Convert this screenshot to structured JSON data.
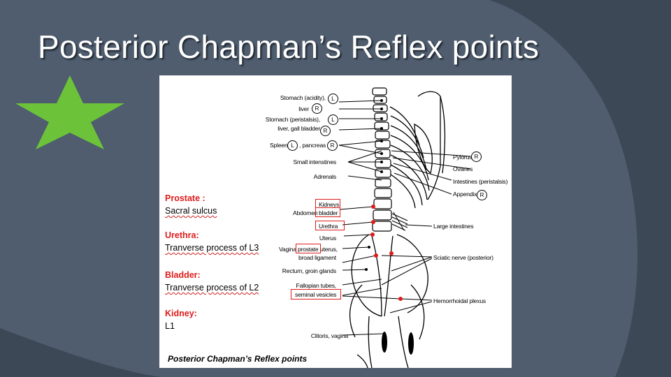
{
  "slide": {
    "title": "Posterior Chapman’s Reflex points",
    "colors": {
      "background": "#4f5d6e",
      "swoosh": "#3c4856",
      "star": "#6cc33a",
      "accent_red": "#e01b1b"
    },
    "icon": "star-icon"
  },
  "figure": {
    "caption": "Posterior Chapman’s Reflex points",
    "notes": [
      {
        "heading": "Prostate :",
        "text": "Sacral sulcus"
      },
      {
        "heading": "Urethra:",
        "text": "Tranverse process of L3"
      },
      {
        "heading": "Bladder:",
        "text": "Tranverse process of L2"
      },
      {
        "heading": "Kidney:",
        "text": "L1"
      }
    ],
    "left_labels": [
      "Stomach (acidity),",
      "liver",
      "Stomach (peristalsis),",
      "liver, gall bladder",
      "Spleen",
      ", pancreas",
      "Small intenstines",
      "Adrenals",
      "Kidneys",
      "Abdomen",
      "bladder",
      "Urethra",
      "Uterus",
      "Vagina",
      "prostate",
      "uterus,",
      "broad ligament",
      "Rectum, groin glands",
      "Fallopian tubes,",
      "seminal vesicles",
      "Clitoris, vagina"
    ],
    "right_labels": [
      "Pylorus",
      "Ovaries",
      "Intestines (peristalsis)",
      "Appendix",
      "Large intestines",
      "Sciatic nerve (posterior)",
      "Hemorrhoidal plexus"
    ],
    "badges": {
      "left": "L",
      "right": "R"
    }
  }
}
